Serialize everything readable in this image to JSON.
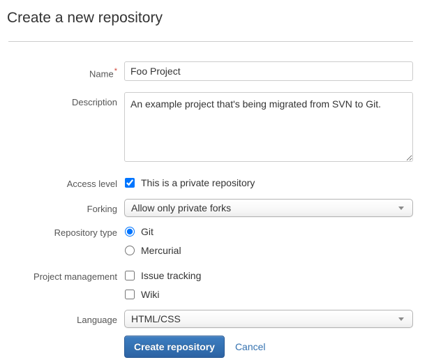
{
  "page": {
    "title": "Create a new repository"
  },
  "form": {
    "name": {
      "label": "Name",
      "required_marker": "*",
      "value": "Foo Project"
    },
    "description": {
      "label": "Description",
      "value": "An example project that's being migrated from SVN to Git."
    },
    "access_level": {
      "label": "Access level",
      "checkbox_label": "This is a private repository",
      "checked": true
    },
    "forking": {
      "label": "Forking",
      "selected_option": "Allow only private forks"
    },
    "repository_type": {
      "label": "Repository type",
      "options": [
        {
          "label": "Git",
          "selected": true
        },
        {
          "label": "Mercurial",
          "selected": false
        }
      ]
    },
    "project_management": {
      "label": "Project management",
      "options": [
        {
          "label": "Issue tracking",
          "checked": false
        },
        {
          "label": "Wiki",
          "checked": false
        }
      ]
    },
    "language": {
      "label": "Language",
      "selected_option": "HTML/CSS"
    },
    "actions": {
      "submit_label": "Create repository",
      "cancel_label": "Cancel"
    }
  },
  "icons": {
    "dropdown_arrow": "chevron-down"
  },
  "colors": {
    "accent_blue": "#3572b0",
    "button_top": "#3d7dc1",
    "button_bottom": "#2d62a3",
    "button_border": "#2a5a94",
    "required_red": "#d04437",
    "divider": "#cccccc",
    "label_gray": "#555555",
    "input_border": "#cccccc"
  }
}
